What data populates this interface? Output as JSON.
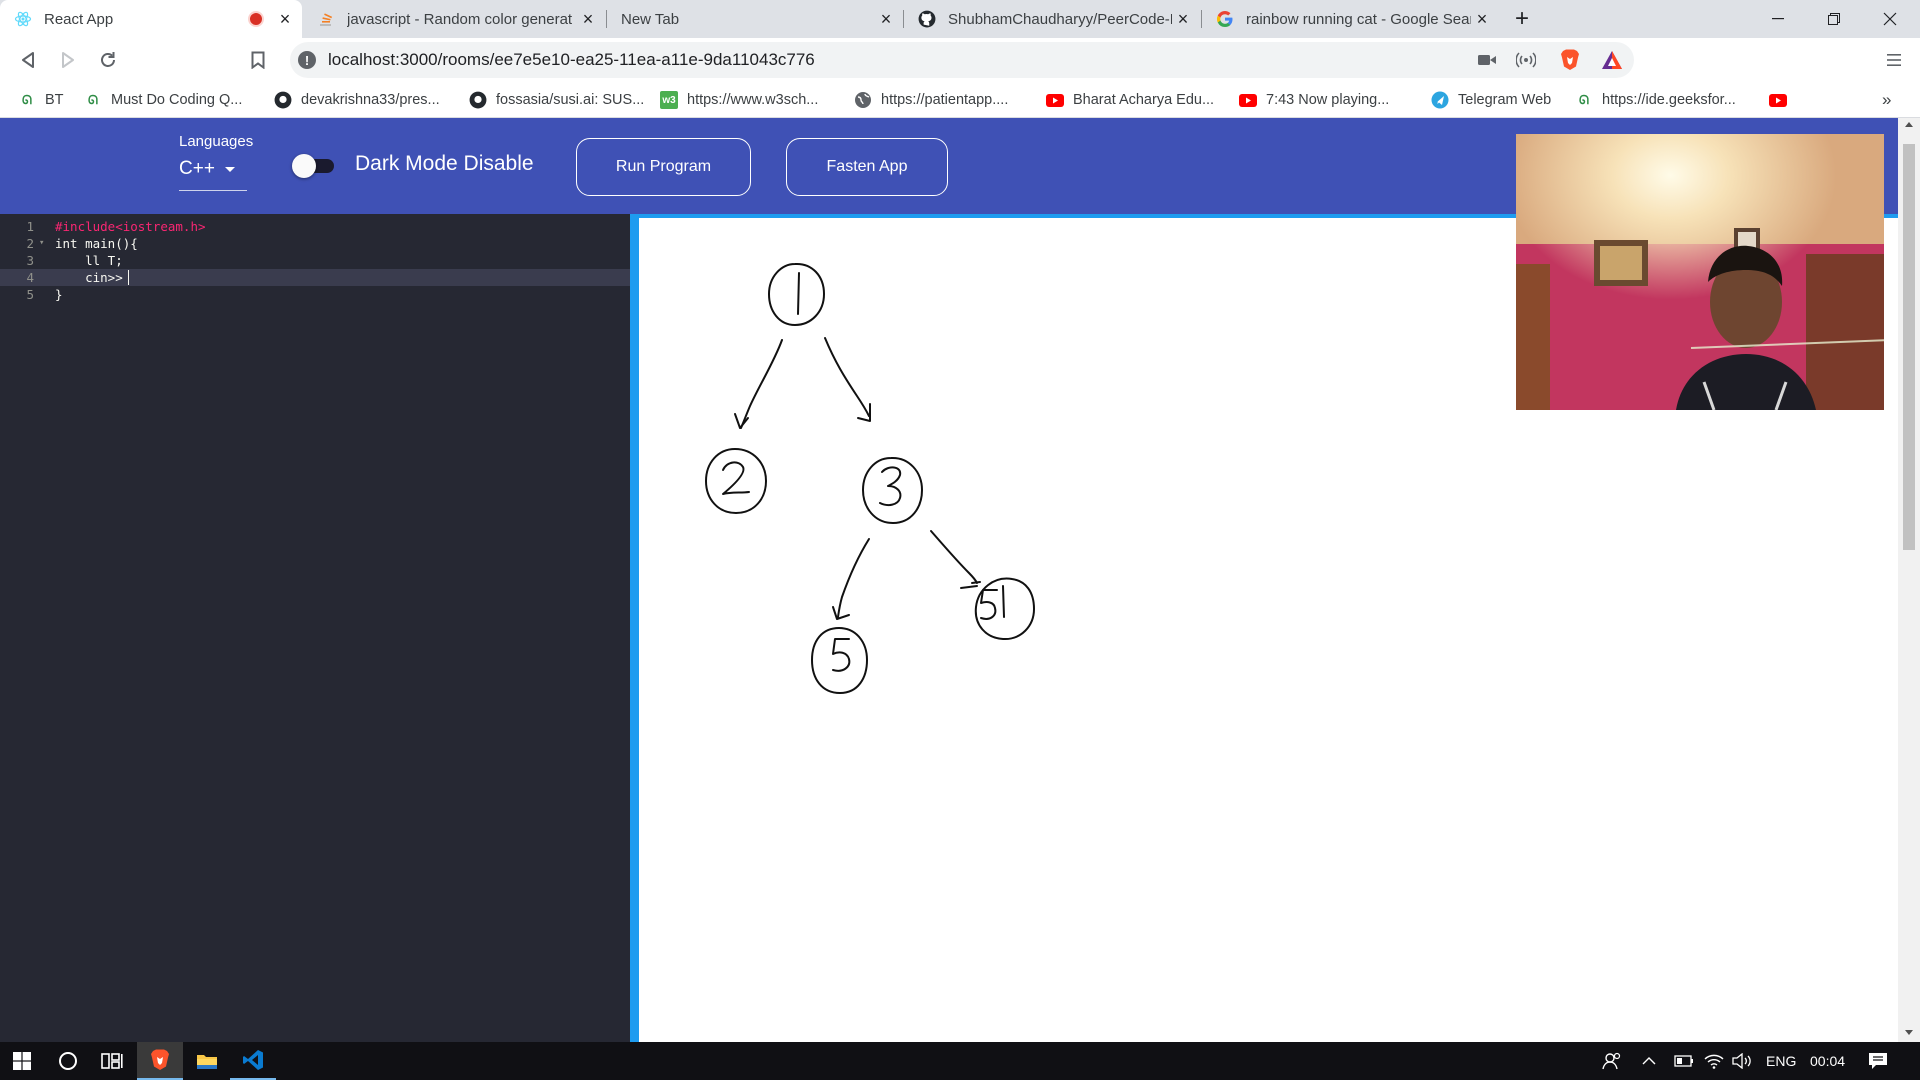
{
  "browser": {
    "tabs": [
      {
        "title": "React App",
        "icon": "react-icon",
        "recording": true,
        "active": true
      },
      {
        "title": "javascript - Random color generat",
        "icon": "stackoverflow-icon"
      },
      {
        "title": "New Tab",
        "icon": ""
      },
      {
        "title": "ShubhamChaudharyy/PeerCode-Li",
        "icon": "github-icon"
      },
      {
        "title": "rainbow running cat - Google Sear",
        "icon": "google-icon"
      }
    ],
    "new_tab_label": "+",
    "address": "localhost:3000/rooms/ee7e5e10-ea25-11ea-a11e-9da11043c776",
    "bookmarks": [
      {
        "label": "BT",
        "icon": "gfg-icon"
      },
      {
        "label": "Must Do Coding Q...",
        "icon": "gfg-icon"
      },
      {
        "label": "devakrishna33/pres...",
        "icon": "github-icon"
      },
      {
        "label": "fossasia/susi.ai: SUS...",
        "icon": "github-icon"
      },
      {
        "label": "https://www.w3sch...",
        "icon": "w3schools-icon"
      },
      {
        "label": "https://patientapp....",
        "icon": "globe-icon"
      },
      {
        "label": "Bharat Acharya Edu...",
        "icon": "youtube-icon"
      },
      {
        "label": "7:43 Now playing...",
        "icon": "youtube-icon"
      },
      {
        "label": "Telegram Web",
        "icon": "telegram-icon"
      },
      {
        "label": "https://ide.geeksfor...",
        "icon": "gfg-icon"
      },
      {
        "label": "",
        "icon": "youtube-icon"
      }
    ],
    "more_bookmarks": "»"
  },
  "app": {
    "languages_label": "Languages",
    "language_value": "C++",
    "dark_mode_label": "Dark Mode Disable",
    "dark_mode_enabled": false,
    "run_button": "Run Program",
    "fasten_button": "Fasten App",
    "accent_color": "#3f51b5",
    "board_border_color": "#1e9cf0"
  },
  "editor": {
    "lines": [
      {
        "n": "1",
        "text": "#include<iostream.h>"
      },
      {
        "n": "2",
        "text": "int main(){"
      },
      {
        "n": "3",
        "text": "    ll T;"
      },
      {
        "n": "4",
        "text": "    cin>>"
      },
      {
        "n": "5",
        "text": "}"
      }
    ],
    "active_line": 4
  },
  "whiteboard": {
    "nodes": [
      "1",
      "2",
      "3",
      "5",
      "51"
    ]
  },
  "taskbar": {
    "language": "ENG",
    "time": "00:04"
  }
}
